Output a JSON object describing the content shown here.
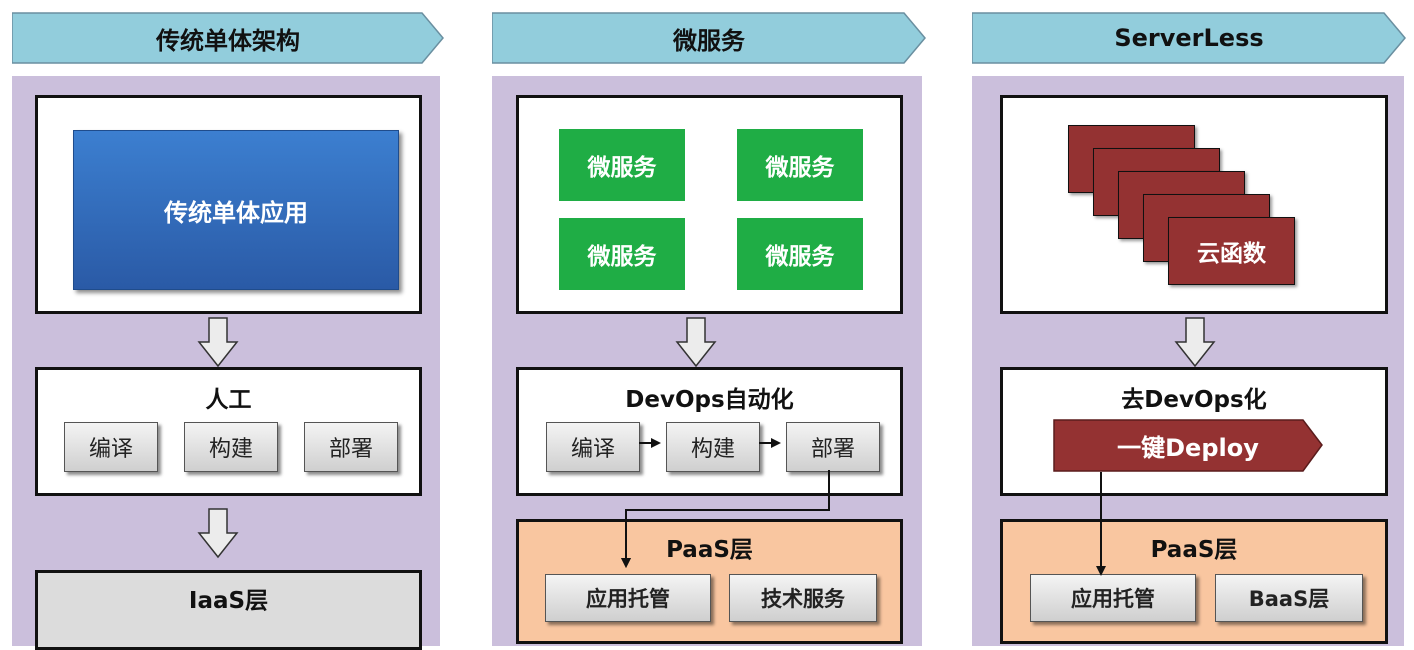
{
  "columns": [
    {
      "header": "传统单体架构",
      "app_label": "传统单体应用",
      "process_title": "人工",
      "steps": [
        "编译",
        "构建",
        "部署"
      ],
      "layer_title": "IaaS层"
    },
    {
      "header": "微服务",
      "services": [
        "微服务",
        "微服务",
        "微服务",
        "微服务"
      ],
      "process_title": "DevOps自动化",
      "steps": [
        "编译",
        "构建",
        "部署"
      ],
      "layer_title": "PaaS层",
      "layer_items": [
        "应用托管",
        "技术服务"
      ]
    },
    {
      "header": "ServerLess",
      "function_label": "云函数",
      "process_title": "去DevOps化",
      "deploy_label": "一键Deploy",
      "layer_title": "PaaS层",
      "layer_items": [
        "应用托管",
        "BaaS层"
      ]
    }
  ],
  "colors": {
    "header_fill": "#92cddc",
    "column_bg": "#cbbfdc",
    "monolith_blue": "#3a73c4",
    "microservice_green": "#1fad45",
    "function_red": "#943232",
    "paas_orange": "#f9c6a0",
    "iaas_gray": "#dcdcdc"
  }
}
